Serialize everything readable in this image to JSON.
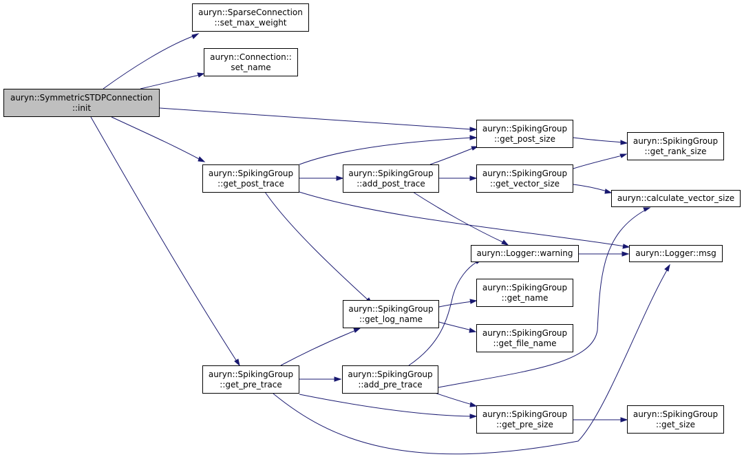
{
  "graph": {
    "colors": {
      "edge": "#191970",
      "root_fill": "#bfbfbf",
      "node_fill": "#ffffff",
      "border": "#000000"
    },
    "nodes": {
      "root": {
        "line1": "auryn::SymmetricSTDPConnection",
        "line2": "::init"
      },
      "sparse_set_max_weight": {
        "line1": "auryn::SparseConnection",
        "line2": "::set_max_weight"
      },
      "connection_set_name": {
        "line1": "auryn::Connection::",
        "line2": "set_name"
      },
      "get_post_trace": {
        "line1": "auryn::SpikingGroup",
        "line2": "::get_post_trace"
      },
      "get_pre_trace": {
        "line1": "auryn::SpikingGroup",
        "line2": "::get_pre_trace"
      },
      "add_post_trace": {
        "line1": "auryn::SpikingGroup",
        "line2": "::add_post_trace"
      },
      "get_log_name": {
        "line1": "auryn::SpikingGroup",
        "line2": "::get_log_name"
      },
      "add_pre_trace": {
        "line1": "auryn::SpikingGroup",
        "line2": "::add_pre_trace"
      },
      "get_post_size": {
        "line1": "auryn::SpikingGroup",
        "line2": "::get_post_size"
      },
      "get_vector_size": {
        "line1": "auryn::SpikingGroup",
        "line2": "::get_vector_size"
      },
      "logger_warning": {
        "line1": "auryn::Logger::warning"
      },
      "get_name": {
        "line1": "auryn::SpikingGroup",
        "line2": "::get_name"
      },
      "get_file_name": {
        "line1": "auryn::SpikingGroup",
        "line2": "::get_file_name"
      },
      "get_pre_size": {
        "line1": "auryn::SpikingGroup",
        "line2": "::get_pre_size"
      },
      "get_rank_size": {
        "line1": "auryn::SpikingGroup",
        "line2": "::get_rank_size"
      },
      "calculate_vector_size": {
        "line1": "auryn::calculate_vector_size"
      },
      "logger_msg": {
        "line1": "auryn::Logger::msg"
      },
      "get_size": {
        "line1": "auryn::SpikingGroup",
        "line2": "::get_size"
      }
    }
  }
}
